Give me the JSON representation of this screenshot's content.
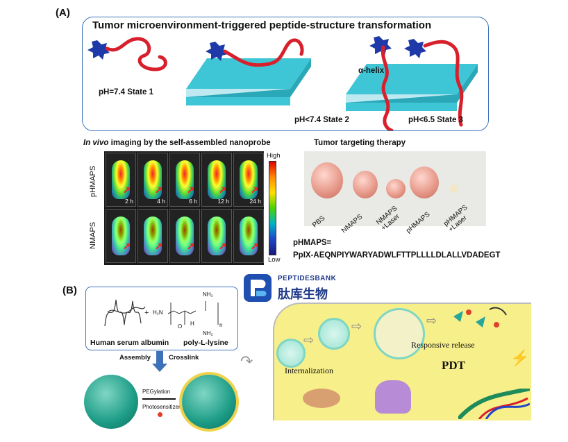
{
  "panel_a": {
    "label": "(A)",
    "title": "Tumor microenvironment-triggered peptide-structure transformation",
    "state1": "pH=7.4 State 1",
    "state2": "pH<7.4 State 2",
    "state3": "pH<6.5 State 3",
    "helix": "α-helix",
    "imaging_title_italic": "In vivo",
    "imaging_title_rest": " imaging by the self-assembled nanoprobe",
    "row_labels": [
      "pHMAPS",
      "NMAPS"
    ],
    "times": [
      "2 h",
      "4 h",
      "6 h",
      "12 h",
      "24 h"
    ],
    "scale_high": "High",
    "scale_low": "Low",
    "therapy_title": "Tumor targeting therapy",
    "groups": [
      "PBS",
      "NMAPS",
      "NMAPS\n+Laser",
      "pHMAPS",
      "pHMAPS\n+Laser"
    ],
    "sequence_label": "pHMAPS=",
    "sequence": "PpIX-AEQNPIYWARYADWLFTTPLLLLDLALLVDADEGT"
  },
  "logo": {
    "brand_en": "PEPTIDESBANK",
    "brand_cn": "肽库生物"
  },
  "panel_b": {
    "label": "(B)",
    "hsa": "Human serum albumin",
    "pll": "poly-L-lysine",
    "plus": "+",
    "chem_nh2_top": "NH₂",
    "chem_h2n": "H₂N",
    "chem_nh2_bottom": "NH₂",
    "chem_h": "H",
    "chem_n": "n",
    "chem_o": "O",
    "assembly": "Assembly",
    "crosslink": "Crosslink",
    "pegylation": "PEGylation",
    "photosensitizer": "Photosensitizer",
    "internalization": "Internalization",
    "release": "Responsive release",
    "pdt": "PDT"
  },
  "colors": {
    "frame": "#3d72b8",
    "cell": "#f7ef8a",
    "peptide": "#d8202c",
    "membrane": "#3fc6d6",
    "nanoparticle": "#1c9c86"
  }
}
